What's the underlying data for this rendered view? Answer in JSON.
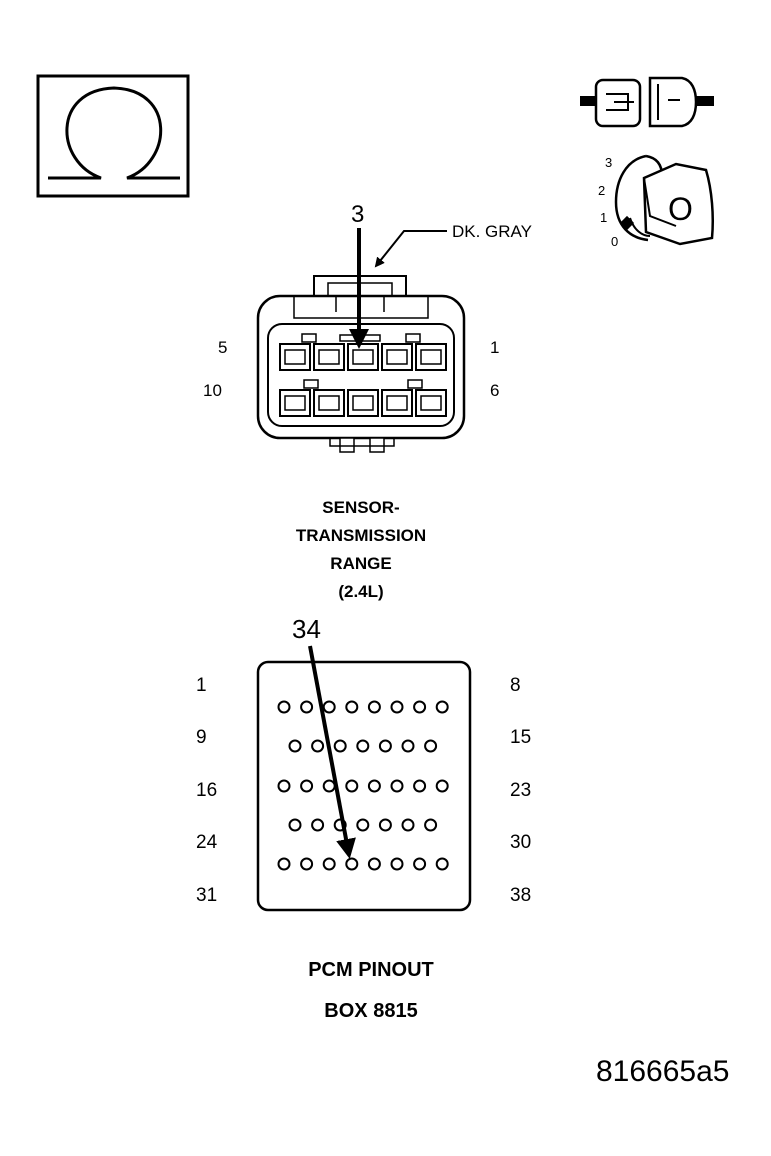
{
  "ohm_symbol": "Ω",
  "icons": {
    "meter": "ohmmeter-icon",
    "connector": "disconnected-connector-icon",
    "ignition": "ignition-key-icon"
  },
  "ignition": {
    "positions": [
      "3",
      "2",
      "1",
      "0"
    ],
    "key_label": "O"
  },
  "sensor_connector": {
    "pin_callout": "3",
    "wire_color": "DK. GRAY",
    "pin_labels": {
      "top_left": "5",
      "top_right": "1",
      "bottom_left": "10",
      "bottom_right": "6"
    },
    "caption_lines": [
      "SENSOR-",
      "TRANSMISSION",
      "RANGE",
      "(2.4L)"
    ]
  },
  "pcm": {
    "pin_callout": "34",
    "row_labels_left": [
      "1",
      "9",
      "16",
      "24",
      "31"
    ],
    "row_labels_right": [
      "8",
      "15",
      "23",
      "30",
      "38"
    ],
    "caption_lines": [
      "PCM PINOUT",
      "BOX 8815"
    ]
  },
  "figure_id": "816665a5"
}
